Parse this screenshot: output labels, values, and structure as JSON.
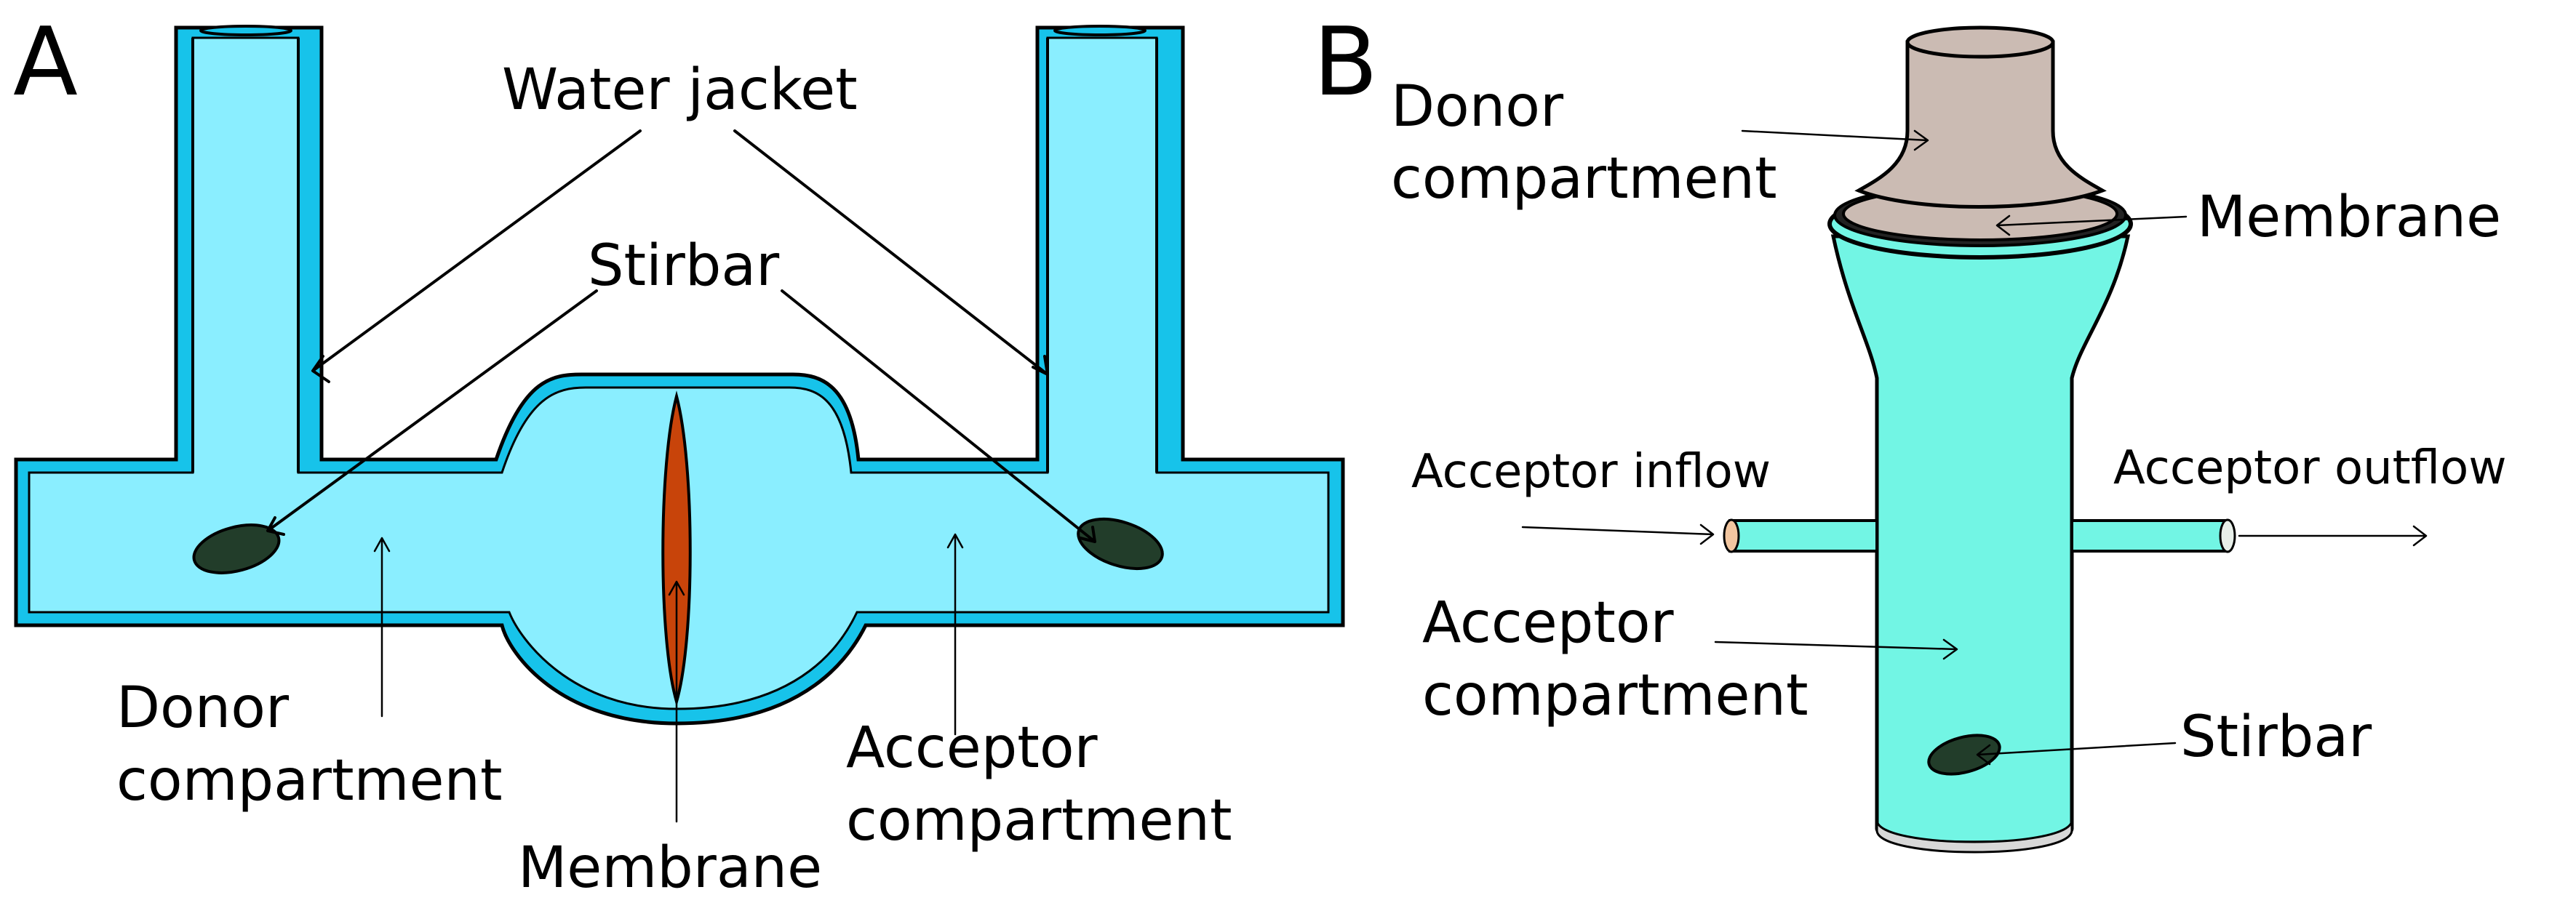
{
  "panel_a": {
    "letter": "A",
    "labels": {
      "water_jacket": "Water jacket",
      "stirbar": "Stirbar",
      "donor_line1": "Donor",
      "donor_line2": "compartment",
      "membrane": "Membrane",
      "acceptor_line1": "Acceptor",
      "acceptor_line2": "compartment"
    }
  },
  "panel_b": {
    "letter": "B",
    "labels": {
      "donor_line1": "Donor",
      "donor_line2": "compartment",
      "membrane": "Membrane",
      "acceptor_inflow": "Acceptor inflow",
      "acceptor_outflow": "Acceptor outflow",
      "acceptor_line1": "Acceptor",
      "acceptor_line2": "compartment",
      "stirbar": "Stirbar"
    }
  },
  "colors": {
    "water_jacket": "#17c3ea",
    "chamber_fluid": "#8aeeff",
    "membrane_a": "#c8440a",
    "stirbar": "#223d2a",
    "acceptor_fluid_b": "#72f5e4",
    "donor_fluid_b": "#cbbbb3",
    "port_tip": "#f2c6a0"
  }
}
